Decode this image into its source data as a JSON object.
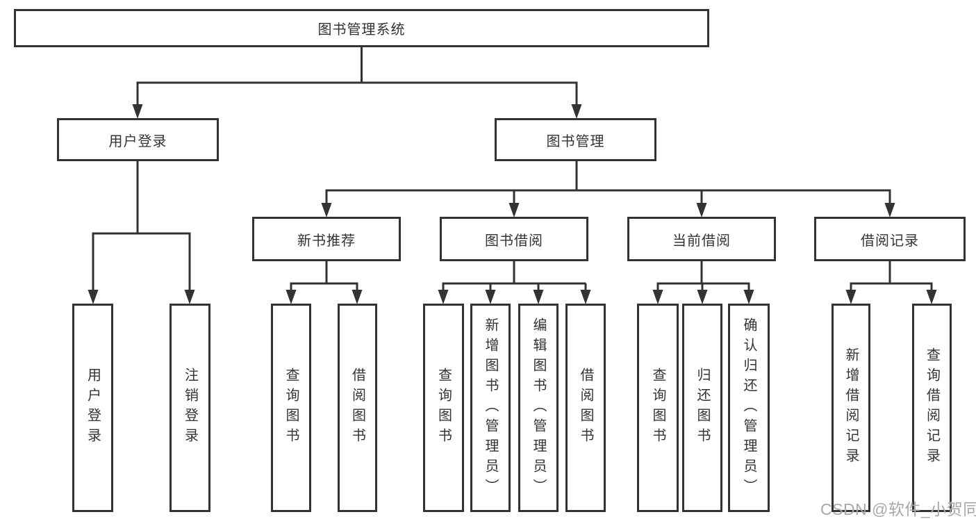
{
  "colors": {
    "line": "#333333",
    "box_border": "#333333",
    "box_fill": "#ffffff",
    "text": "#333333",
    "watermark": "#a8a8a8"
  },
  "watermark": {
    "text": "CSDN @软件_小贺同学"
  },
  "diagram": {
    "root": {
      "label": "图书管理系统"
    },
    "branches": [
      {
        "label": "用户登录",
        "children": [
          "用户登录",
          "注销登录"
        ]
      },
      {
        "label": "图书管理",
        "children": [
          {
            "label": "新书推荐",
            "children": [
              "查询图书",
              "借阅图书"
            ]
          },
          {
            "label": "图书借阅",
            "children": [
              "查询图书",
              "新增图书（管理员）",
              "编辑图书（管理员）",
              "借阅图书"
            ]
          },
          {
            "label": "当前借阅",
            "children": [
              "查询图书",
              "归还图书",
              "确认归还（管理员）"
            ]
          },
          {
            "label": "借阅记录",
            "children": [
              "新增借阅记录",
              "查询借阅记录"
            ]
          }
        ]
      }
    ]
  }
}
